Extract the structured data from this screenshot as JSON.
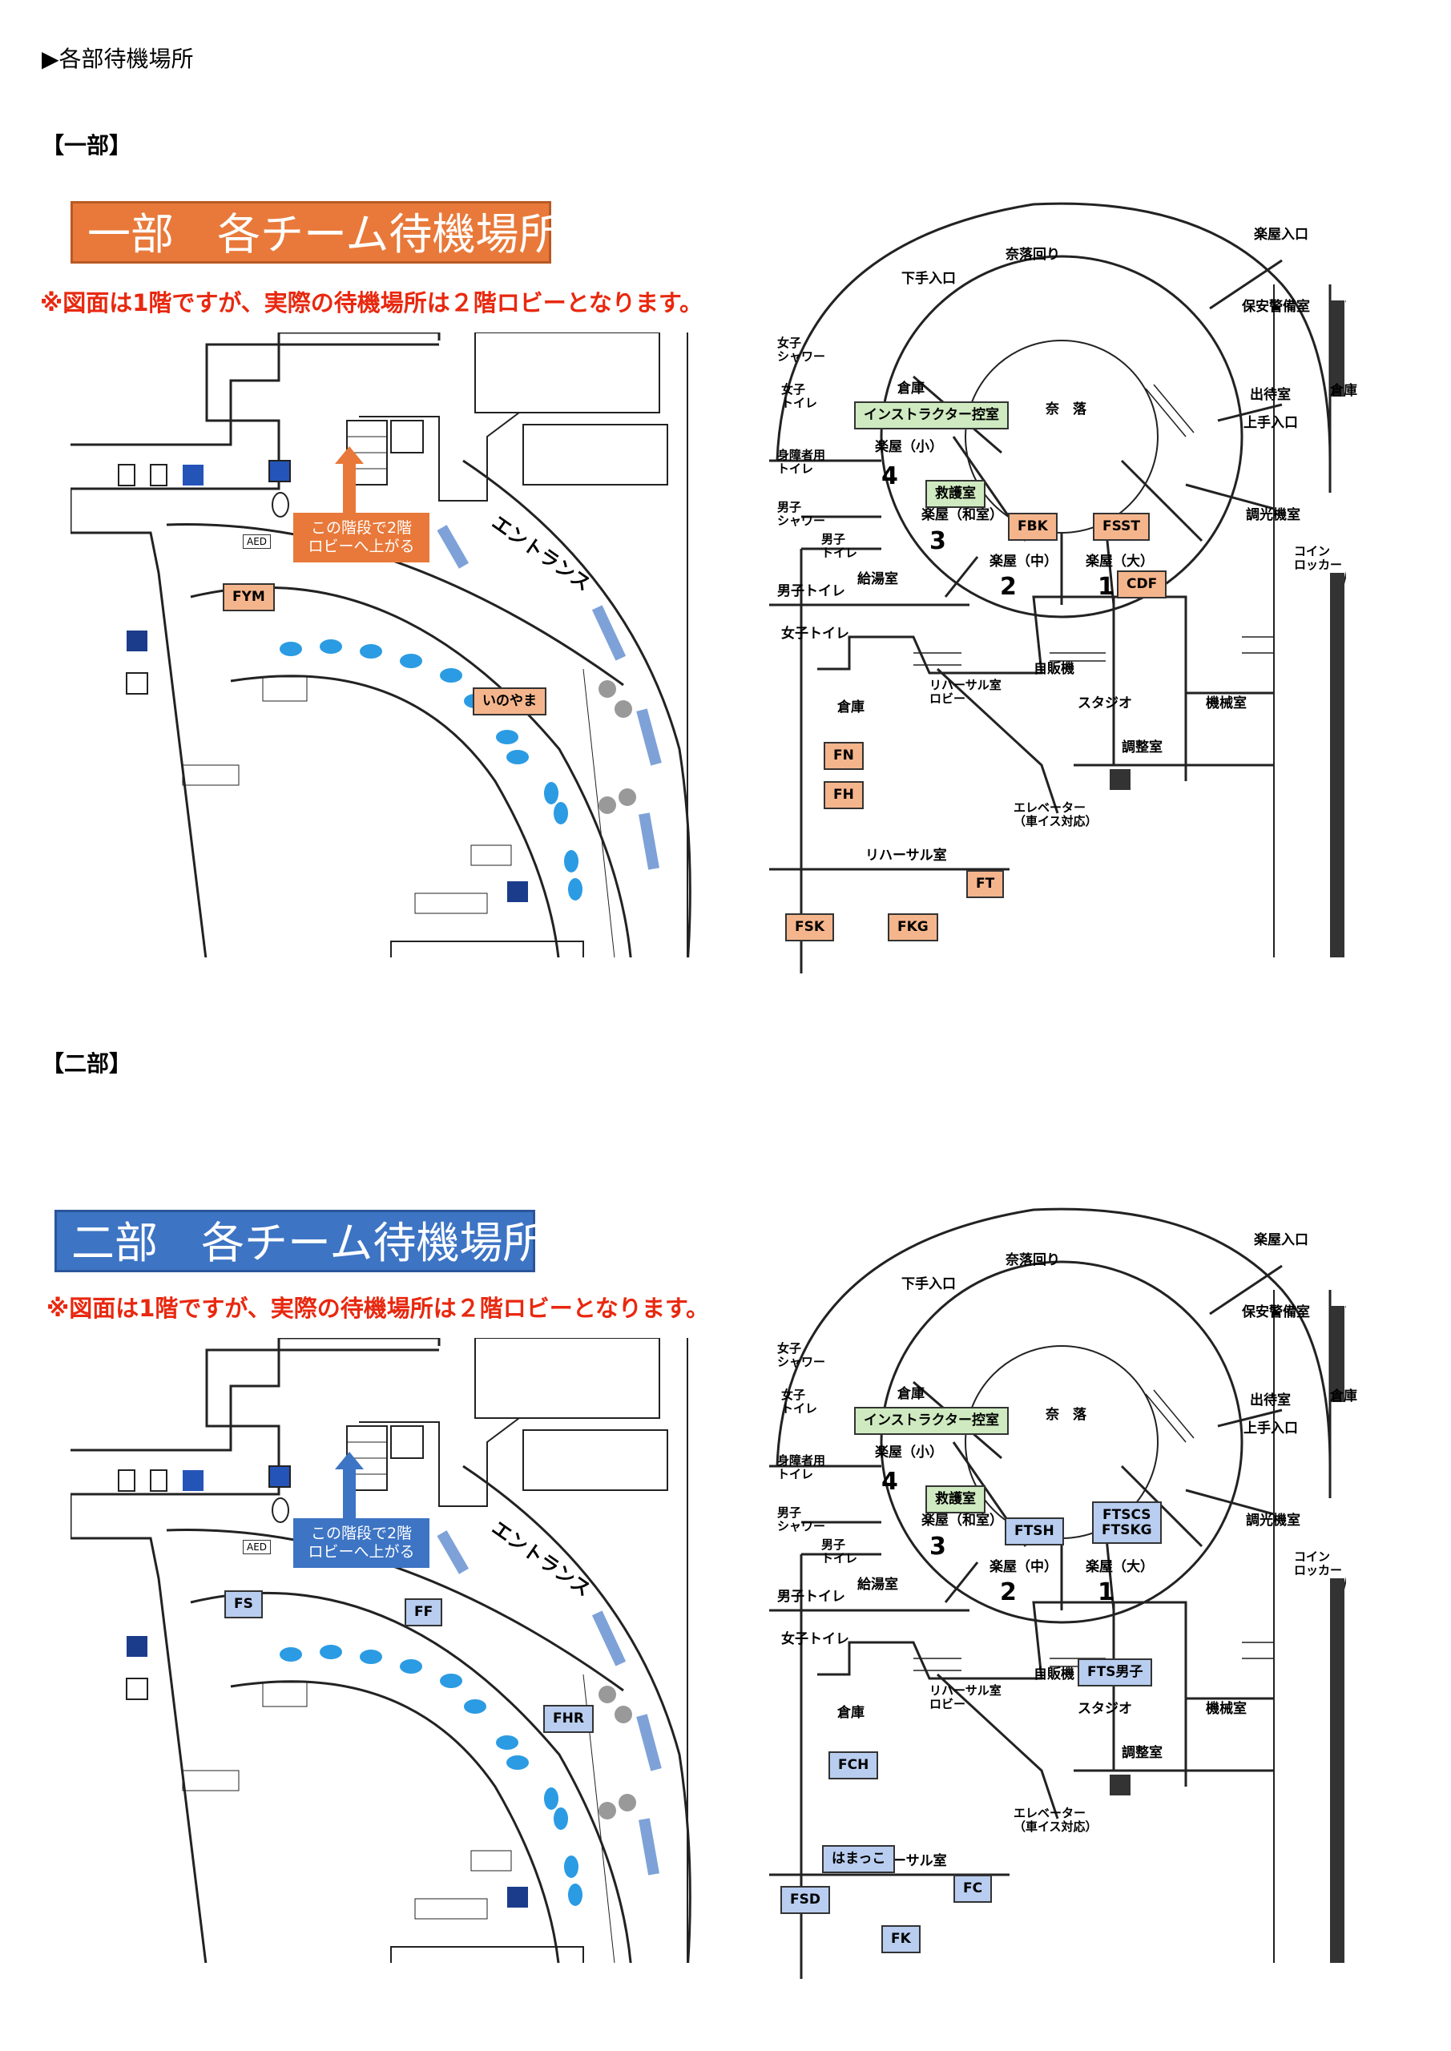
{
  "page_heading": "▶各部待機場所",
  "sections": [
    {
      "title": "【一部】",
      "banner": "一部　各チーム待機場所",
      "banner_color": "#e8793a",
      "note": "※図面は1階ですが、実際の待機場所は２階ロビーとなります。",
      "stair_note": "この階段で2階\nロビーへ上がる",
      "left_teams": [
        "FYM",
        "いのやま"
      ],
      "right_teams": [
        "FBK",
        "FSST",
        "CDF",
        "FN",
        "FH",
        "FT",
        "FSK",
        "FKG"
      ]
    },
    {
      "title": "【二部】",
      "banner": "二部　各チーム待機場所",
      "banner_color": "#3d74c4",
      "note": "※図面は1階ですが、実際の待機場所は２階ロビーとなります。",
      "stair_note": "この階段で2階\nロビーへ上がる",
      "left_teams": [
        "FS",
        "FF",
        "FHR"
      ],
      "right_teams": [
        "FTSH",
        "FTSCS\nFTSKG",
        "FTS男子",
        "FCH",
        "はまっこ",
        "FSD",
        "FC",
        "FK"
      ]
    }
  ],
  "floor_labels": {
    "entrance": "エントランス",
    "aed": "AED",
    "naraku_mawari": "奈落回り",
    "shimote": "下手入口",
    "gakuya_iriguchi": "楽屋入口",
    "hoan": "保安警備室",
    "joshi_shower": "女子\nシャワー",
    "joshi_toilet_v": "女子\nトイレ",
    "souko": "倉庫",
    "instructor": "インストラクター控室",
    "naraku": "奈　落",
    "demachi": "出待室",
    "kamite": "上手入口",
    "souko2": "倉庫",
    "shougai_toilet": "身障者用\nトイレ",
    "gakuya_sho": "楽屋（小）",
    "n4": "4",
    "kyugo": "救護室",
    "danshi_shower": "男子\nシャワー",
    "gakuya_wa": "楽屋（和室）",
    "n3": "3",
    "choukou": "調光機室",
    "danshi_toilet_v": "男子\nトイレ",
    "gakuya_chu": "楽屋（中）",
    "n2": "2",
    "gakuya_dai": "楽屋（大）",
    "n1": "1",
    "coin_locker": "コイン\nロッカー",
    "kyutou": "給湯室",
    "danshi_toilet": "男子トイレ",
    "joshi_toilet": "女子トイレ",
    "jihanki": "自販機",
    "rehearsal_lobby": "リハーサル室\nロビー",
    "studio": "スタジオ",
    "kikai": "機械室",
    "souko3": "倉庫",
    "chousei": "調整室",
    "elevator": "エレベーター\n（車イス対応）",
    "rehearsal": "リハーサル室"
  }
}
